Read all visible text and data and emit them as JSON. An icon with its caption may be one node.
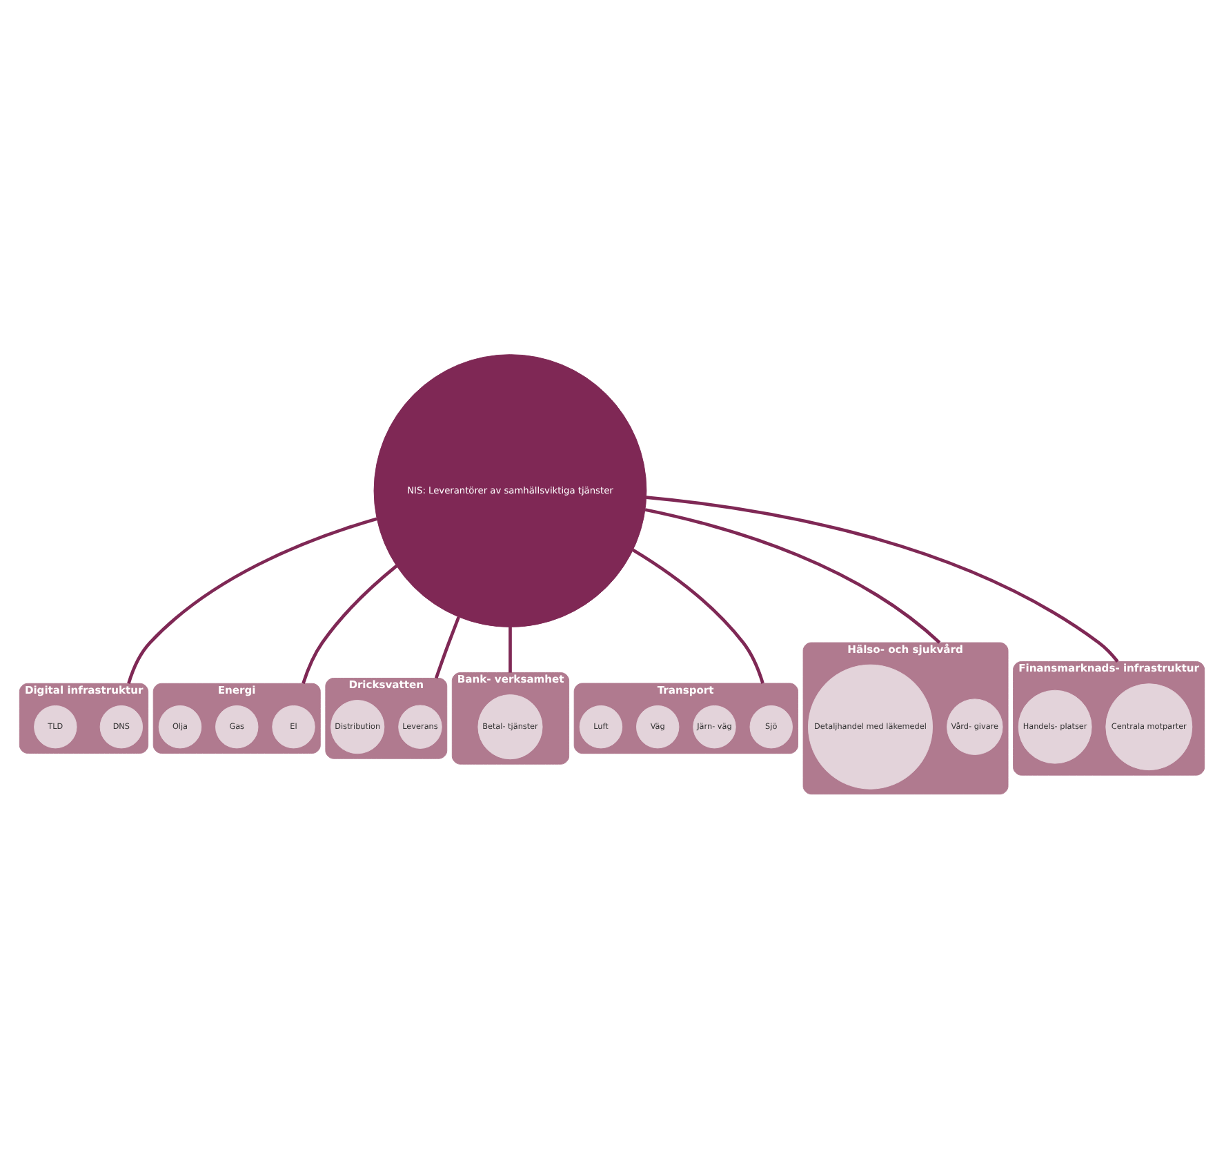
{
  "diagram": {
    "nodes": [
      {
        "text": [
          "Digital infrastruktur"
        ]
      },
      {
        "text": [
          "DNS"
        ],
        "in": 0
      },
      {
        "text": [
          "TLD"
        ],
        "in": 0
      },
      {
        "text": [
          "Energi"
        ]
      },
      {
        "text": [
          "El"
        ],
        "in": 3
      },
      {
        "text": [
          "Gas"
        ],
        "in": 3
      },
      {
        "text": [
          "Olja"
        ],
        "in": 3
      },
      {
        "text": [
          "Dricksvatten"
        ]
      },
      {
        "text": [
          "Leverans"
        ],
        "in": 7
      },
      {
        "text": [
          "Distribution"
        ],
        "in": 7
      },
      {
        "text": [
          "NIS: Leverantörer av samhällsviktiga tjänster"
        ]
      },
      {
        "text": [
          "Bank- verksamhet"
        ]
      },
      {
        "text": [
          "Betal- tjänster"
        ],
        "in": 11
      },
      {
        "text": [
          "Transport"
        ]
      },
      {
        "text": [
          "Sjö"
        ],
        "in": 13
      },
      {
        "text": [
          "Järn- väg"
        ],
        "in": 13
      },
      {
        "text": [
          "Väg"
        ],
        "in": 13
      },
      {
        "text": [
          "Luft"
        ],
        "in": 13
      },
      {
        "text": [
          "Hälso- och sjukvård"
        ]
      },
      {
        "text": [
          "Vård- givare"
        ],
        "in": 18
      },
      {
        "text": [
          "Detaljhandel med läkemedel"
        ],
        "in": 18
      },
      {
        "text": [
          "Finansmarknads- infrastruktur"
        ]
      },
      {
        "text": [
          "Centrala motparter"
        ],
        "in": 21
      },
      {
        "text": [
          "Handels- platser"
        ],
        "in": 21
      }
    ],
    "edges": [
      {
        "from": 10,
        "to": 0,
        "arrow": "none"
      },
      {
        "from": 10,
        "to": 3,
        "arrow": "none"
      },
      {
        "from": 10,
        "to": 7,
        "arrow": "none"
      },
      {
        "from": 10,
        "to": 11,
        "arrow": "none"
      },
      {
        "from": 10,
        "to": 13,
        "arrow": "none"
      },
      {
        "from": 10,
        "to": 18,
        "arrow": "none"
      },
      {
        "from": 10,
        "to": 21,
        "arrow": "none"
      }
    ]
  }
}
